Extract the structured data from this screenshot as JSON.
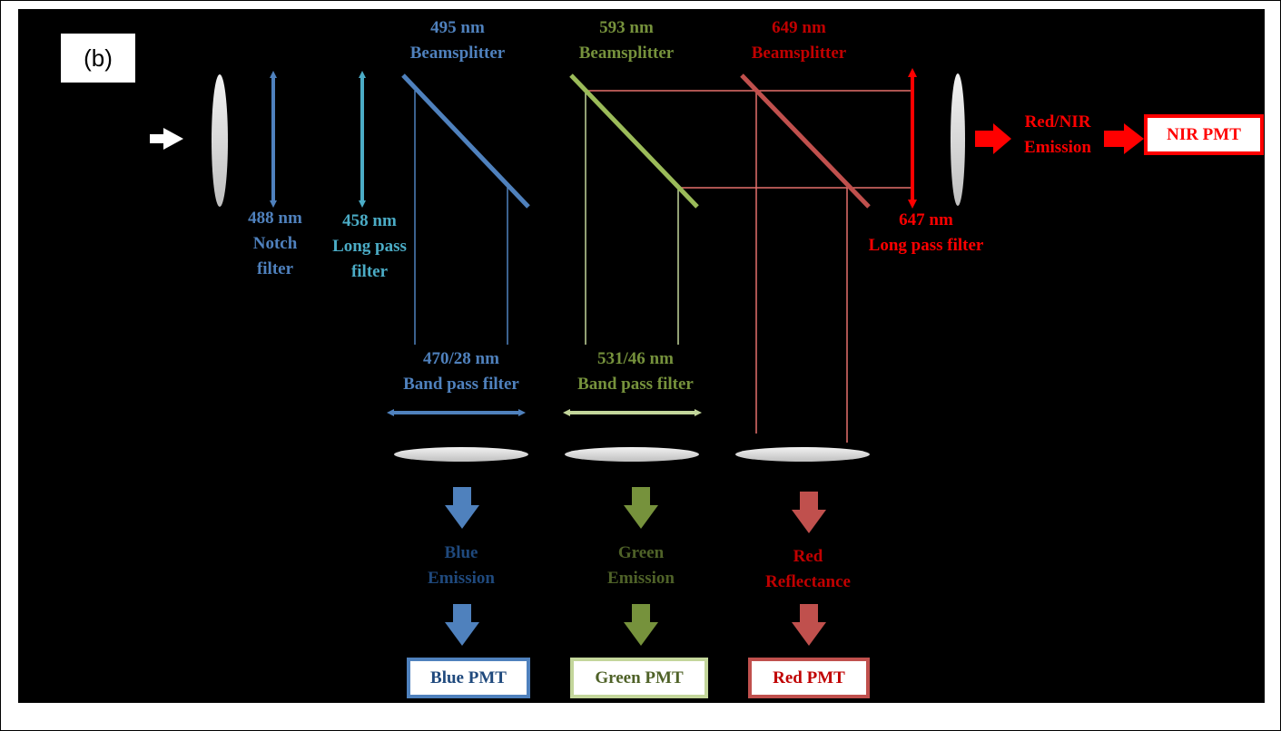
{
  "panel_label": "(b)",
  "colors": {
    "blue": "#4f81bd",
    "cyan": "#4bacc6",
    "green": "#9bbb59",
    "olive": "#76923c",
    "red": "#ff0000",
    "red_beam": "#c0504d",
    "red_text": "#ff0000",
    "blue_text": "#4f81bd",
    "green_text": "#76923c",
    "blue_dark_text": "#1f497d",
    "green_dark_text": "#4f6228",
    "red_dark_text": "#c00000"
  },
  "filters": {
    "notch": {
      "line1": "488 nm",
      "line2": "Notch",
      "line3": "filter"
    },
    "longpass_458": {
      "line1": "458 nm",
      "line2": "Long pass",
      "line3": "filter"
    },
    "longpass_647": {
      "line1": "647 nm",
      "line2": "Long pass filter"
    },
    "bandpass_blue": {
      "line1": "470/28 nm",
      "line2": "Band pass filter"
    },
    "bandpass_green": {
      "line1": "531/46 nm",
      "line2": "Band pass filter"
    }
  },
  "beamsplitters": {
    "bs_495": {
      "line1": "495 nm",
      "line2": "Beamsplitter"
    },
    "bs_593": {
      "line1": "593 nm",
      "line2": "Beamsplitter"
    },
    "bs_649": {
      "line1": "649 nm",
      "line2": "Beamsplitter"
    }
  },
  "emissions": {
    "blue": {
      "line1": "Blue",
      "line2": "Emission"
    },
    "green": {
      "line1": "Green",
      "line2": "Emission"
    },
    "red": {
      "line1": "Red",
      "line2": "Reflectance"
    },
    "nir": {
      "line1": "Red/NIR",
      "line2": "Emission"
    }
  },
  "detectors": {
    "blue": "Blue PMT",
    "green": "Green PMT",
    "red": "Red PMT",
    "nir": "NIR PMT"
  }
}
